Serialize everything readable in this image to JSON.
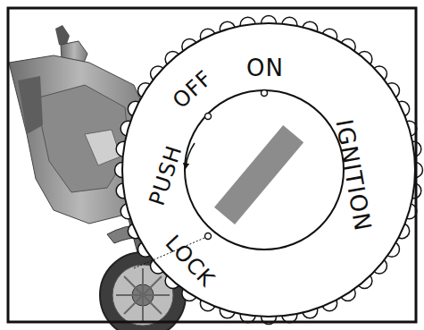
{
  "diagram": {
    "labels": [
      "ON",
      "OFF",
      "PUSH",
      "LOCK",
      "IGNITION"
    ]
  }
}
